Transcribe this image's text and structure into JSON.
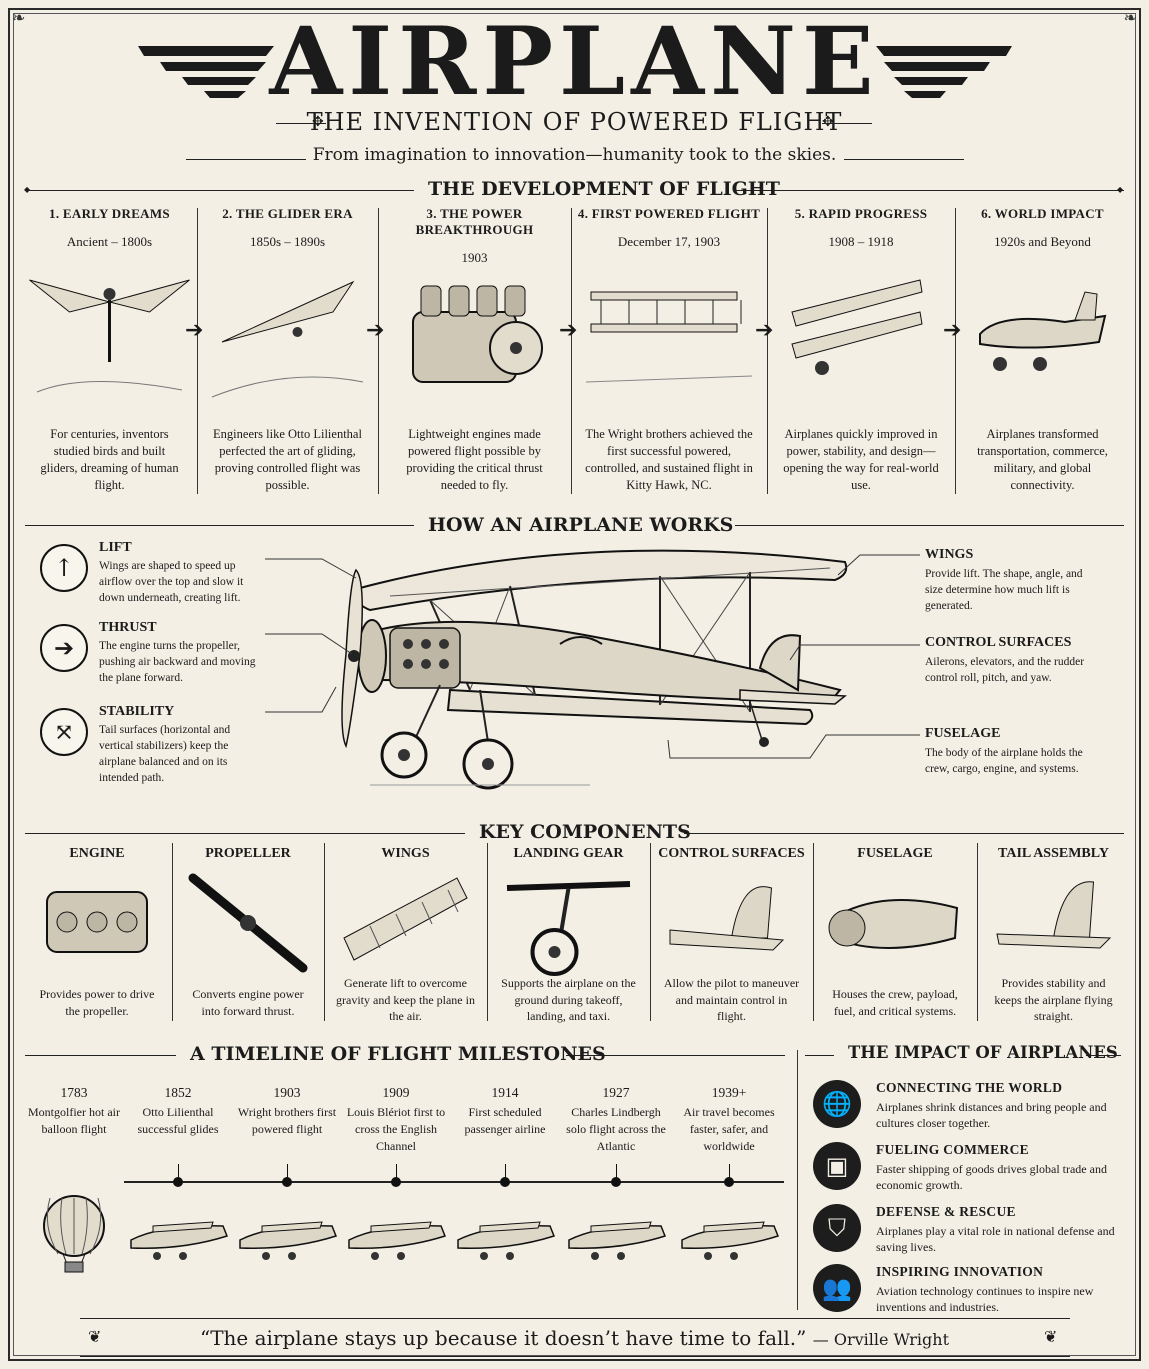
{
  "header": {
    "title": "AIRPLANE",
    "subtitle": "THE INVENTION OF POWERED FLIGHT",
    "tagline": "From imagination to innovation—humanity took to the skies."
  },
  "development": {
    "title": "THE DEVELOPMENT OF FLIGHT",
    "stages": [
      {
        "name": "1. EARLY DREAMS",
        "date": "Ancient – 1800s",
        "text": "For centuries, inventors studied birds and built gliders, dreaming of human flight."
      },
      {
        "name": "2. THE GLIDER ERA",
        "date": "1850s – 1890s",
        "text": "Engineers like Otto Lilienthal perfected the art of gliding, proving controlled flight was possible."
      },
      {
        "name": "3. THE POWER BREAKTHROUGH",
        "date": "1903",
        "text": "Lightweight engines made powered flight possible by providing the critical thrust needed to fly."
      },
      {
        "name": "4. FIRST POWERED FLIGHT",
        "date": "December 17, 1903",
        "text": "The Wright brothers achieved the first successful powered, controlled, and sustained flight in Kitty Hawk, NC."
      },
      {
        "name": "5. RAPID PROGRESS",
        "date": "1908 – 1918",
        "text": "Airplanes quickly improved in power, stability, and design—opening the way for real-world use."
      },
      {
        "name": "6. WORLD IMPACT",
        "date": "1920s and Beyond",
        "text": "Airplanes transformed transportation, commerce, military, and global connectivity."
      }
    ]
  },
  "how": {
    "title": "HOW AN AIRPLANE WORKS",
    "forces": [
      {
        "title": "LIFT",
        "text": "Wings are shaped to speed up airflow over the top and slow it down underneath, creating lift.",
        "icon": "up-arrow-icon"
      },
      {
        "title": "THRUST",
        "text": "The engine turns the propeller, pushing air backward and moving the plane forward.",
        "icon": "right-arrow-icon"
      },
      {
        "title": "STABILITY",
        "text": "Tail surfaces (horizontal and vertical stabilizers) keep the airplane balanced and on its intended path.",
        "icon": "compass-arrows-icon"
      }
    ],
    "parts": [
      {
        "title": "WINGS",
        "text": "Provide lift. The shape, angle, and size determine how much lift is generated."
      },
      {
        "title": "CONTROL SURFACES",
        "text": "Ailerons, elevators, and the rudder control roll, pitch, and yaw."
      },
      {
        "title": "FUSELAGE",
        "text": "The body of the airplane holds the crew, cargo, engine, and systems."
      }
    ]
  },
  "components": {
    "title": "KEY COMPONENTS",
    "items": [
      {
        "name": "ENGINE",
        "text": "Provides power to drive the propeller."
      },
      {
        "name": "PROPELLER",
        "text": "Converts engine power into forward thrust."
      },
      {
        "name": "WINGS",
        "text": "Generate lift to overcome gravity and keep the plane in the air."
      },
      {
        "name": "LANDING GEAR",
        "text": "Supports the airplane on the ground during takeoff, landing, and taxi."
      },
      {
        "name": "CONTROL SURFACES",
        "text": "Allow the pilot to maneuver and maintain control in flight."
      },
      {
        "name": "FUSELAGE",
        "text": "Houses the crew, payload, fuel, and critical systems."
      },
      {
        "name": "TAIL ASSEMBLY",
        "text": "Provides stability and keeps the airplane flying straight."
      }
    ]
  },
  "timeline": {
    "title": "A TIMELINE OF FLIGHT MILESTONES",
    "items": [
      {
        "year": "1783",
        "text": "Montgolfier hot air balloon flight"
      },
      {
        "year": "1852",
        "text": "Otto Lilienthal successful glides"
      },
      {
        "year": "1903",
        "text": "Wright brothers first powered flight"
      },
      {
        "year": "1909",
        "text": "Louis Blériot first to cross the English Channel"
      },
      {
        "year": "1914",
        "text": "First scheduled passenger airline"
      },
      {
        "year": "1927",
        "text": "Charles Lindbergh solo flight across the Atlantic"
      },
      {
        "year": "1939+",
        "text": "Air travel becomes faster, safer, and worldwide"
      }
    ]
  },
  "impact": {
    "title": "THE IMPACT OF AIRPLANES",
    "items": [
      {
        "title": "CONNECTING THE WORLD",
        "text": "Airplanes shrink distances and bring people and cultures closer together.",
        "icon": "globe-icon"
      },
      {
        "title": "FUELING COMMERCE",
        "text": "Faster shipping of goods drives global trade and economic growth.",
        "icon": "box-icon"
      },
      {
        "title": "DEFENSE & RESCUE",
        "text": "Airplanes play a vital role in national defense and saving lives.",
        "icon": "shield-icon"
      },
      {
        "title": "INSPIRING INNOVATION",
        "text": "Aviation technology continues to inspire new inventions and industries.",
        "icon": "people-icon"
      }
    ]
  },
  "quote": {
    "text": "“The airplane stays up because it doesn’t have time to fall.”",
    "author": "— Orville Wright"
  }
}
